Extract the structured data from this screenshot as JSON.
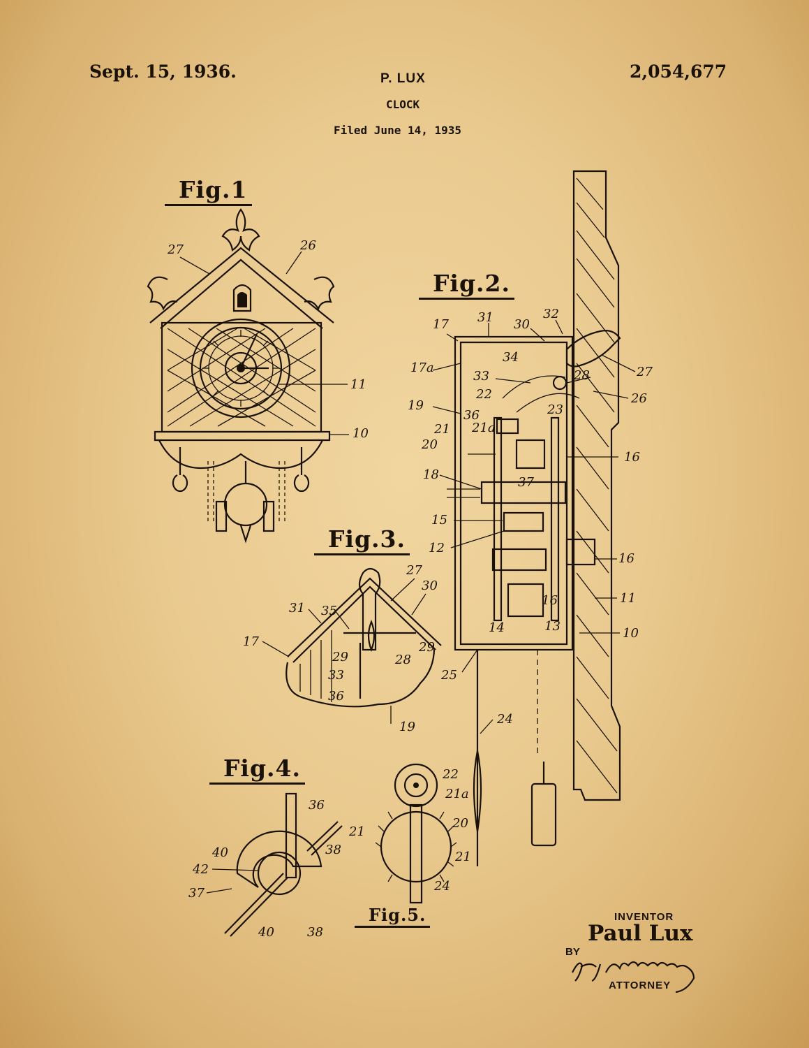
{
  "header": {
    "date": "Sept. 15, 1936.",
    "patent_number": "2,054,677",
    "inventor_short": "P. LUX",
    "title": "CLOCK",
    "filed": "Filed June 14, 1935"
  },
  "figures": {
    "fig1": "Fig.1",
    "fig2": "Fig.2.",
    "fig3": "Fig.3.",
    "fig4": "Fig.4.",
    "fig5": "Fig.5."
  },
  "references": {
    "fig1": [
      "27",
      "26",
      "11",
      "10"
    ],
    "fig2": [
      "17",
      "31",
      "30",
      "32",
      "17a",
      "34",
      "33",
      "28",
      "27",
      "22",
      "26",
      "19",
      "36",
      "23",
      "21",
      "21a",
      "20",
      "16",
      "18",
      "37",
      "15",
      "12",
      "16",
      "11",
      "14",
      "13",
      "10",
      "16",
      "25",
      "24"
    ],
    "fig3": [
      "35",
      "27",
      "30",
      "31",
      "17",
      "29",
      "29",
      "28",
      "33",
      "36",
      "19"
    ],
    "fig4": [
      "36",
      "21",
      "40",
      "38",
      "42",
      "37",
      "40",
      "38"
    ],
    "fig5": [
      "22",
      "21a",
      "20",
      "21",
      "24"
    ]
  },
  "signature": {
    "inventor_label": "INVENTOR",
    "inventor_name": "Paul Lux",
    "by_label": "BY",
    "attorney_signature": "H. G. Manning",
    "attorney_label": "ATTORNEY"
  }
}
